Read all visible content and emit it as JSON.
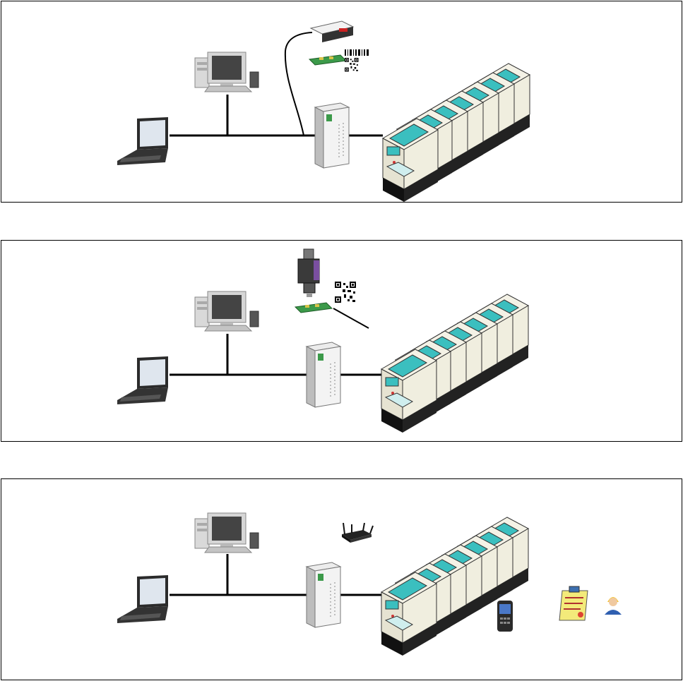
{
  "diagram": {
    "panels": [
      {
        "id": "panel-1",
        "variant": "barcode-scanner"
      },
      {
        "id": "panel-2",
        "variant": "camera-reader"
      },
      {
        "id": "panel-3",
        "variant": "wireless-handheld"
      }
    ],
    "icons": [
      "laptop-icon",
      "desktop-pc-icon",
      "server-tower-icon",
      "smt-production-line-icon",
      "barcode-scanner-icon",
      "pcb-board-icon",
      "barcode-label-icon",
      "qr-code-icon",
      "camera-reader-icon",
      "wireless-router-icon",
      "handheld-terminal-icon",
      "certificate-document-icon",
      "operator-person-icon"
    ],
    "colors": {
      "machine_accent": "#3bbfbf",
      "pcb_green": "#3c9a4a",
      "line": "#000000"
    }
  }
}
